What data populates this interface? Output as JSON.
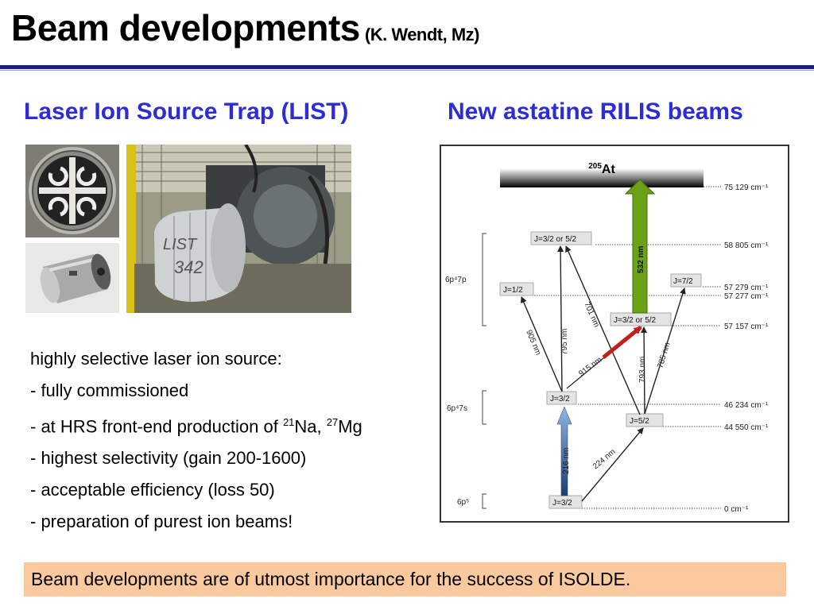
{
  "slide": {
    "title": "Beam developments",
    "title_suffix": "(K. Wendt, Mz)"
  },
  "left_column": {
    "heading": "Laser Ion Source Trap (LIST)",
    "photo_labels": [
      "LIST",
      "342"
    ],
    "bullets": {
      "intro": "highly selective laser ion source:",
      "b1": "- fully commissioned",
      "b2_prefix": "- at HRS front-end production of ",
      "b2_sup1": "21",
      "b2_el1": "Na, ",
      "b2_sup2": "27",
      "b2_el2": "Mg",
      "b3": "- highest selectivity (gain 200-1600)",
      "b4": "- acceptable efficiency (loss 50)",
      "b5": "- preparation of purest ion beams!"
    }
  },
  "right_column": {
    "heading": "New astatine RILIS beams",
    "diagram": {
      "ion_mass": "205",
      "ion_symbol": "At",
      "configs": [
        "6p⁴7p",
        "6p⁴7s",
        "6p⁵"
      ],
      "levels": [
        "J=3/2 or 5/2",
        "J=1/2",
        "J=7/2",
        "J=3/2 or 5/2",
        "J=3/2",
        "J=5/2",
        "J=3/2"
      ],
      "energies": [
        "75 129 cm⁻¹",
        "58 805 cm⁻¹",
        "57 279 cm⁻¹",
        "57 277 cm⁻¹",
        "57 157 cm⁻¹",
        "46 234  cm⁻¹",
        "44 550 cm⁻¹",
        "0 cm⁻¹"
      ],
      "transitions": [
        "532 nm",
        "905 nm",
        "795 nm",
        "701 nm",
        "915 nm",
        "793 nm",
        "785 nm",
        "216 nm",
        "224 nm"
      ],
      "colors": {
        "ionization_arrow": "#6aa117",
        "red_arrow": "#c0201c",
        "blue_arrow": "#5a86c0"
      }
    }
  },
  "banner": {
    "text": "Beam developments are of utmost importance for the success of ISOLDE."
  }
}
